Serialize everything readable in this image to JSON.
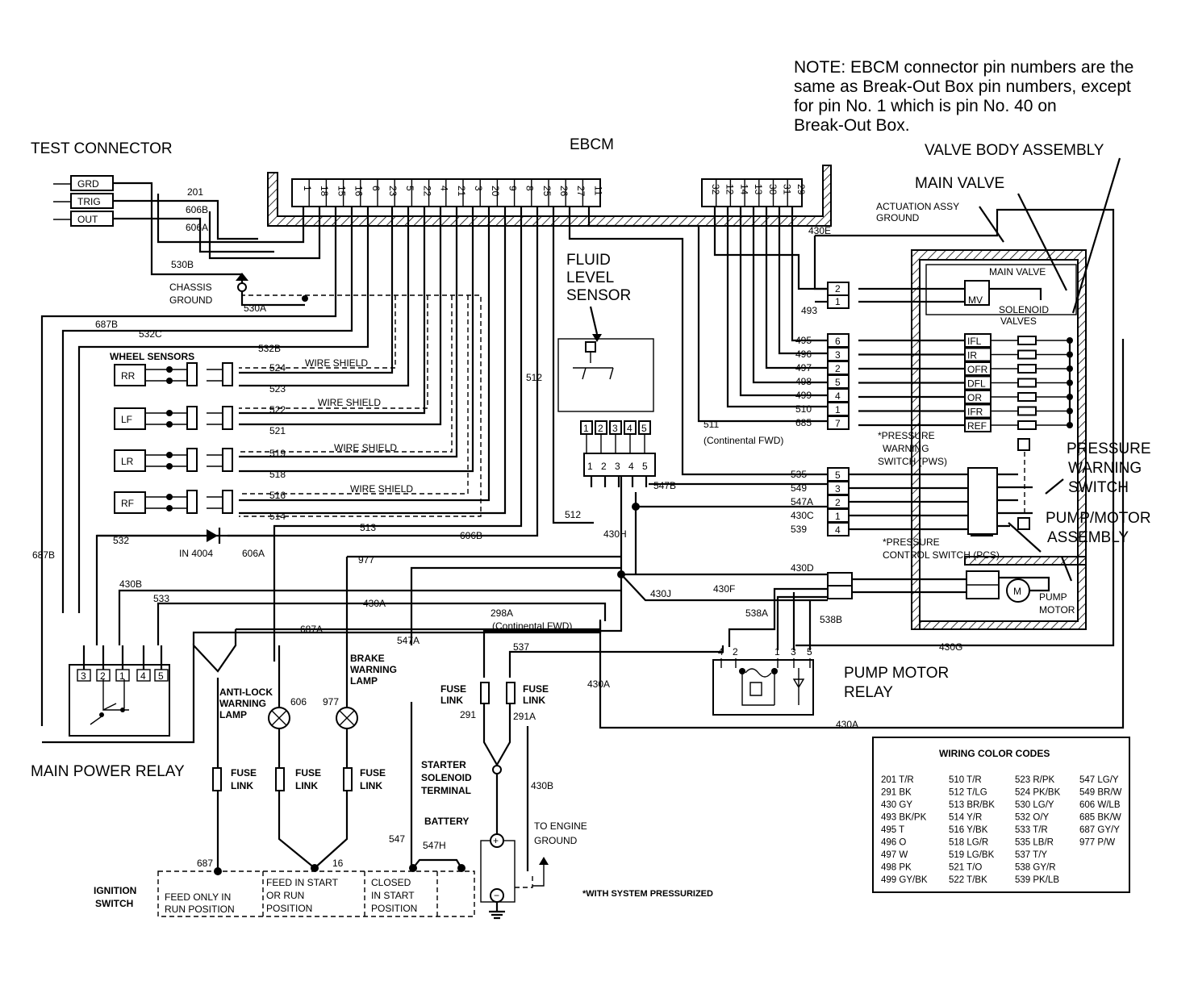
{
  "note": {
    "lines": [
      "NOTE: EBCM connector pin numbers are the",
      "same as Break-Out Box pin numbers, except",
      "for pin No. 1 which is pin No. 40 on",
      "Break-Out Box."
    ]
  },
  "titles": {
    "test_connector": "TEST CONNECTOR",
    "ebcm": "EBCM",
    "valve_body_assembly": "VALVE BODY ASSEMBLY",
    "main_valve": "MAIN VALVE",
    "actuation_assy_ground_1": "ACTUATION ASSY",
    "actuation_assy_ground_2": "GROUND",
    "fluid_level_sensor_1": "FLUID",
    "fluid_level_sensor_2": "LEVEL",
    "fluid_level_sensor_3": "SENSOR",
    "chassis_ground_1": "CHASSIS",
    "chassis_ground_2": "GROUND",
    "wheel_sensors": "WHEEL SENSORS",
    "main_valve_inner": "MAIN VALVE",
    "solenoid_valves_1": "SOLENOID",
    "solenoid_valves_2": "VALVES",
    "pws_1": "*PRESSURE",
    "pws_2": "WARNING",
    "pws_3": "SWITCH (PWS)",
    "pressure_warning_switch_1": "PRESSURE",
    "pressure_warning_switch_2": "WARNING",
    "pressure_warning_switch_3": "SWITCH",
    "pump_motor_assembly_1": "PUMP/MOTOR",
    "pump_motor_assembly_2": "ASSEMBLY",
    "pcs_1": "*PRESSURE",
    "pcs_2": "CONTROL SWITCH (PCS)",
    "pump_motor_1": "PUMP",
    "pump_motor_2": "MOTOR",
    "pump_motor_relay_1": "PUMP MOTOR",
    "pump_motor_relay_2": "RELAY",
    "main_power_relay": "MAIN POWER RELAY",
    "anti_lock_lamp_1": "ANTI-LOCK",
    "anti_lock_lamp_2": "WARNING",
    "anti_lock_lamp_3": "LAMP",
    "brake_lamp_1": "BRAKE",
    "brake_lamp_2": "WARNING",
    "brake_lamp_3": "LAMP",
    "starter_1": "STARTER",
    "starter_2": "SOLENOID",
    "starter_3": "TERMINAL",
    "battery": "BATTERY",
    "engine_ground_1": "TO ENGINE",
    "engine_ground_2": "GROUND",
    "ignition_1": "IGNITION",
    "ignition_2": "SWITCH",
    "ign_feed_run_1": "FEED ONLY IN",
    "ign_feed_run_2": "RUN POSITION",
    "ign_feed_start_1": "FEED IN START",
    "ign_feed_start_2": "OR RUN",
    "ign_feed_start_3": "POSITION",
    "ign_closed_1": "CLOSED",
    "ign_closed_2": "IN START",
    "ign_closed_3": "POSITION",
    "system_pressurized": "*WITH SYSTEM PRESSURIZED",
    "continental_fwd_1": "(Continental FWD)",
    "continental_fwd_2": "(Continental FWD)",
    "wire_shield": "WIRE SHIELD",
    "fuse": "FUSE",
    "link": "LINK",
    "diode": "IN 4004"
  },
  "test_connector_pins": [
    "GRD",
    "TRIG",
    "OUT"
  ],
  "ebcm_pins_left": [
    "1",
    "18",
    "15",
    "16",
    "6",
    "23",
    "5",
    "22",
    "4",
    "21",
    "3",
    "20",
    "9",
    "8",
    "25",
    "26",
    "27",
    "11"
  ],
  "ebcm_pins_right": [
    "32",
    "12",
    "14",
    "13",
    "30",
    "31",
    "29"
  ],
  "wheel_sensors": [
    "RR",
    "LF",
    "LR",
    "RF"
  ],
  "solenoids": [
    "MV",
    "IFL",
    "IR",
    "OFR",
    "DFL",
    "OR",
    "IFR",
    "REF"
  ],
  "valve_conn_pins": [
    "6",
    "3",
    "2",
    "5",
    "4",
    "1",
    "7"
  ],
  "valve_conn_wires": [
    "495",
    "496",
    "497",
    "498",
    "499",
    "510",
    "685"
  ],
  "pump_conn_pins": [
    "5",
    "3",
    "2",
    "1",
    "4"
  ],
  "pump_conn_wires": [
    "535",
    "549",
    "547A",
    "430C",
    "539"
  ],
  "main_valve_conn_pins": [
    "2",
    "1"
  ],
  "fluid_pins": [
    "1",
    "2",
    "3",
    "4",
    "5"
  ],
  "relay_pins": [
    "3",
    "2",
    "1",
    "4",
    "5"
  ],
  "pump_relay_pins": [
    "4",
    "2",
    "1",
    "3",
    "5"
  ],
  "wire_labels": {
    "w201": "201",
    "w606b": "606B",
    "w606a": "606A",
    "w530b": "530B",
    "w530a": "530A",
    "w687b": "687B",
    "w532c": "532C",
    "w532b": "532B",
    "w524": "524",
    "w523": "523",
    "w522": "522",
    "w521": "521",
    "w519": "519",
    "w518": "518",
    "w516": "516",
    "w514": "514",
    "w513": "513",
    "w606b2": "606B",
    "w512": "512",
    "w512b": "512",
    "w532": "532",
    "w606a2": "606A",
    "w430b": "430B",
    "w533": "533",
    "w430a": "430A",
    "w687a": "687A",
    "w977": "977",
    "w547a": "547A",
    "w298a": "298A",
    "w537": "537",
    "w430a2": "430A",
    "w430a3": "430A",
    "w606": "606",
    "w977b": "977",
    "w291": "291",
    "w291a": "291A",
    "w430b2": "430B",
    "w547": "547",
    "w547h": "547H",
    "w687": "687",
    "w16": "16",
    "w430e": "430E",
    "w493": "493",
    "w511": "511",
    "w547b": "547B",
    "w430h": "430H",
    "w430d": "430D",
    "w430j": "430J",
    "w430f": "430F",
    "w538a": "538A",
    "w538b": "538B",
    "w430g": "430G",
    "w430a4": "430A",
    "w687b2": "687B"
  },
  "color_codes": {
    "title": "WIRING COLOR CODES",
    "col1": [
      "201 T/R",
      "291 BK",
      "430 GY",
      "493 BK/PK",
      "495 T",
      "496 O",
      "497 W",
      "498 PK",
      "499 GY/BK"
    ],
    "col2": [
      "510 T/R",
      "512 T/LG",
      "513 BR/BK",
      "514 Y/R",
      "516 Y/BK",
      "518 LG/R",
      "519 LG/BK",
      "521 T/O",
      "522 T/BK"
    ],
    "col3": [
      "523 R/PK",
      "524 PK/BK",
      "530 LG/Y",
      "532 O/Y",
      "533 T/R",
      "535 LB/R",
      "537 T/Y",
      "538 GY/R",
      "539 PK/LB"
    ],
    "col4": [
      "547 LG/Y",
      "549 BR/W",
      "606 W/LB",
      "685 BK/W",
      "687 GY/Y",
      "977 P/W"
    ]
  }
}
